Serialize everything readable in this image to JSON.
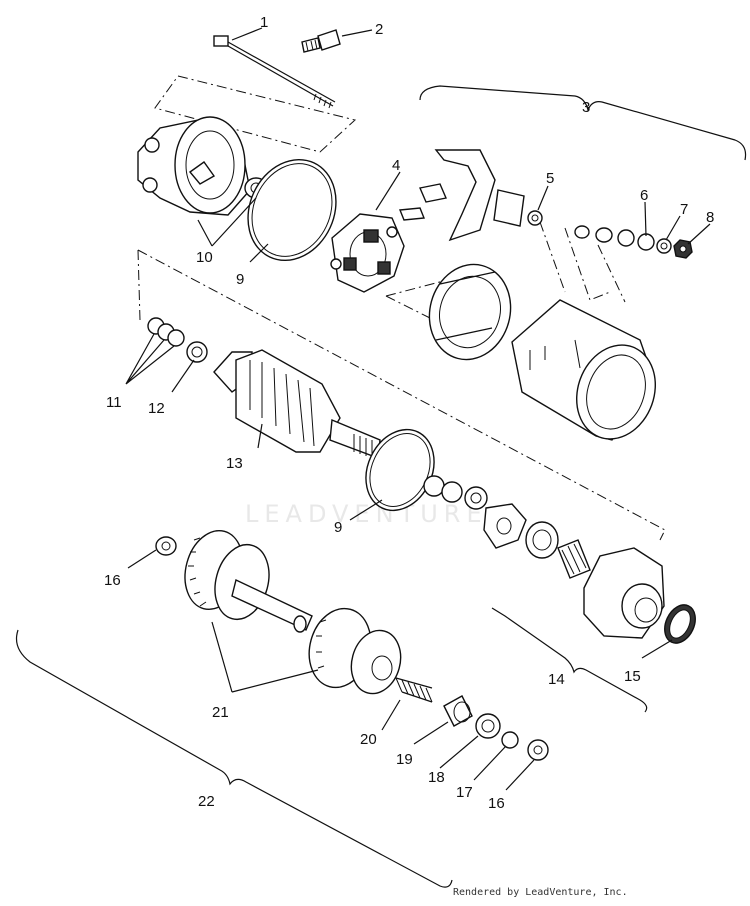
{
  "footer": "Rendered by LeadVenture, Inc.",
  "watermark": "LEADVENTURE",
  "callouts": [
    {
      "id": "c1",
      "text": "1"
    },
    {
      "id": "c2",
      "text": "2"
    },
    {
      "id": "c3",
      "text": "3"
    },
    {
      "id": "c4",
      "text": "4"
    },
    {
      "id": "c5",
      "text": "5"
    },
    {
      "id": "c6",
      "text": "6"
    },
    {
      "id": "c7",
      "text": "7"
    },
    {
      "id": "c8",
      "text": "8"
    },
    {
      "id": "c9a",
      "text": "9"
    },
    {
      "id": "c10",
      "text": "10"
    },
    {
      "id": "c11",
      "text": "11"
    },
    {
      "id": "c12",
      "text": "12"
    },
    {
      "id": "c13",
      "text": "13"
    },
    {
      "id": "c9b",
      "text": "9"
    },
    {
      "id": "c14",
      "text": "14"
    },
    {
      "id": "c15",
      "text": "15"
    },
    {
      "id": "c16a",
      "text": "16"
    },
    {
      "id": "c21",
      "text": "21"
    },
    {
      "id": "c20",
      "text": "20"
    },
    {
      "id": "c19",
      "text": "19"
    },
    {
      "id": "c18",
      "text": "18"
    },
    {
      "id": "c17",
      "text": "17"
    },
    {
      "id": "c16b",
      "text": "16"
    },
    {
      "id": "c22",
      "text": "22"
    }
  ]
}
